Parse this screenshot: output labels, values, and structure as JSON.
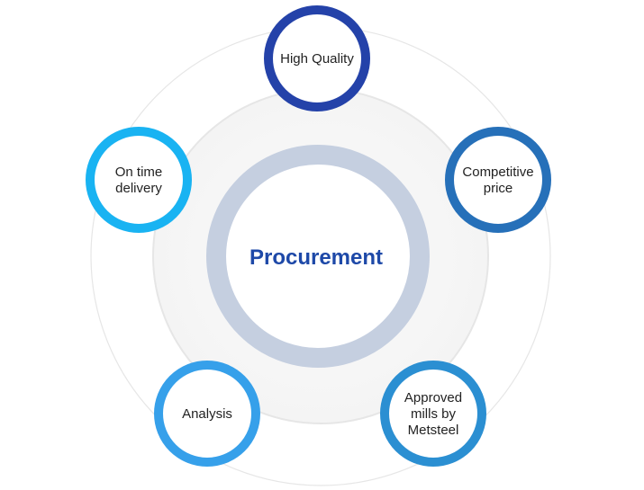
{
  "center": {
    "label": "Procurement",
    "label_color": "#1e49a8",
    "ring_color": "#c5cfe0"
  },
  "nodes": [
    {
      "label": "High Quality",
      "ring_color": "#2442a9"
    },
    {
      "label": "Competitive price",
      "ring_color": "#2670b9"
    },
    {
      "label": "Approved mills by Metsteel",
      "ring_color": "#2b8fd2"
    },
    {
      "label": "Analysis",
      "ring_color": "#36a0ea"
    },
    {
      "label": "On time delivery",
      "ring_color": "#19b3f2"
    }
  ],
  "guide_ring_color": "#e6e6e6"
}
